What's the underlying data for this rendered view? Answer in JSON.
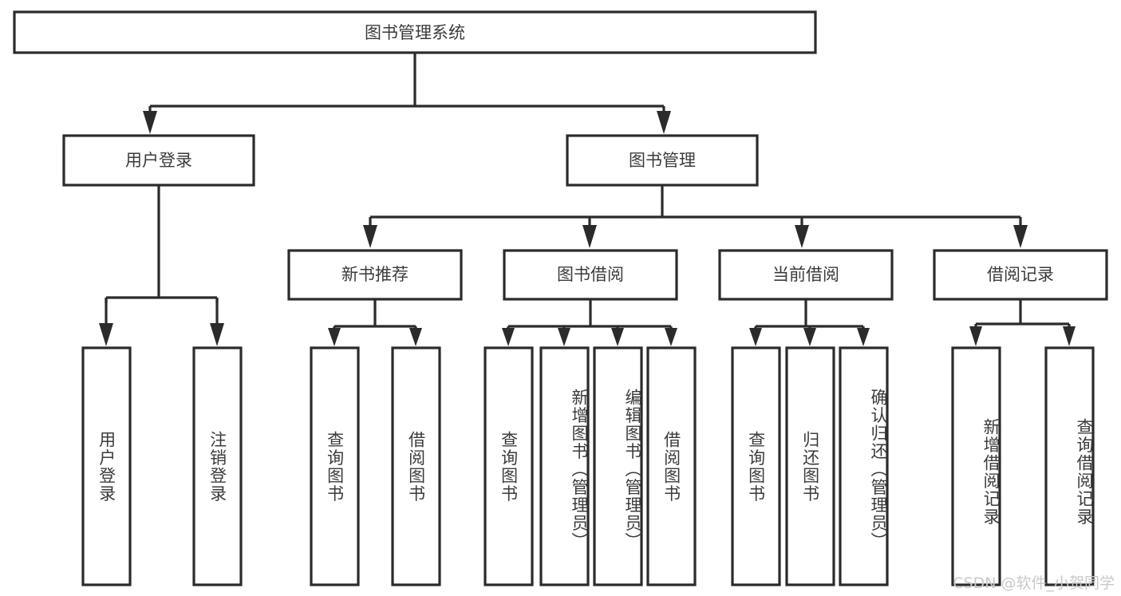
{
  "diagram": {
    "type": "tree-hierarchy",
    "title": "图书管理系统",
    "orientation": "top-down",
    "colors": {
      "stroke": "#2b2b2b",
      "fill": "#ffffff",
      "text": "#3b3b3b",
      "watermark": "#c9c9c9"
    },
    "root": {
      "id": "root",
      "label": "图书管理系统"
    },
    "level2": [
      {
        "id": "user-login",
        "label": "用户登录"
      },
      {
        "id": "book-manage",
        "label": "图书管理"
      }
    ],
    "level3": [
      {
        "id": "new-book-rec",
        "label": "新书推荐",
        "parent": "book-manage"
      },
      {
        "id": "book-borrow",
        "label": "图书借阅",
        "parent": "book-manage"
      },
      {
        "id": "current-borrow",
        "label": "当前借阅",
        "parent": "book-manage"
      },
      {
        "id": "borrow-record",
        "label": "借阅记录",
        "parent": "book-manage"
      }
    ],
    "leaves": [
      {
        "id": "leaf-user-login",
        "label": "用户登录",
        "parent": "user-login"
      },
      {
        "id": "leaf-logout",
        "label": "注销登录",
        "parent": "user-login"
      },
      {
        "id": "leaf-query-book-1",
        "label": "查询图书",
        "parent": "new-book-rec"
      },
      {
        "id": "leaf-borrow-book-1",
        "label": "借阅图书",
        "parent": "new-book-rec"
      },
      {
        "id": "leaf-query-book-2",
        "label": "查询图书",
        "parent": "book-borrow"
      },
      {
        "id": "leaf-add-book",
        "label": "新增图书（管理员）",
        "parent": "book-borrow"
      },
      {
        "id": "leaf-edit-book",
        "label": "编辑图书（管理员）",
        "parent": "book-borrow"
      },
      {
        "id": "leaf-borrow-book-2",
        "label": "借阅图书",
        "parent": "book-borrow"
      },
      {
        "id": "leaf-query-book-3",
        "label": "查询图书",
        "parent": "current-borrow"
      },
      {
        "id": "leaf-return-book",
        "label": "归还图书",
        "parent": "current-borrow"
      },
      {
        "id": "leaf-confirm-return",
        "label": "确认归还（管理员）",
        "parent": "current-borrow"
      },
      {
        "id": "leaf-add-record",
        "label": "新增借阅记录",
        "parent": "borrow-record"
      },
      {
        "id": "leaf-query-record",
        "label": "查询借阅记录",
        "parent": "borrow-record"
      }
    ],
    "watermark": "CSDN @软件_小贺同学"
  }
}
